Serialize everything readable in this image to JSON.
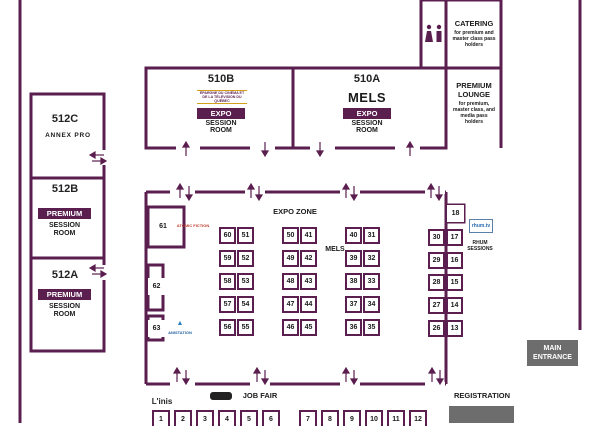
{
  "rooms": {
    "r510b": {
      "num": "510B",
      "badge": "EXPO",
      "line1": "SESSION",
      "line2": "ROOM",
      "sponsor": "ÉPARGNE DU CINÉMA ET DE LA TÉLÉVISION DU QUÉBEC"
    },
    "r510a": {
      "num": "510A",
      "logo": "MELS",
      "badge": "EXPO",
      "line1": "SESSION",
      "line2": "ROOM"
    },
    "r512c": {
      "num": "512C",
      "logo": "ANNEX PRO"
    },
    "r512b": {
      "num": "512B",
      "badge": "PREMIUM",
      "line1": "SESSION",
      "line2": "ROOM"
    },
    "r512a": {
      "num": "512A",
      "badge": "PREMIUM",
      "line1": "SESSION",
      "line2": "ROOM"
    },
    "catering": {
      "title": "CATERING",
      "desc": "for premium and master class pass holders"
    },
    "lounge": {
      "title1": "PREMIUM",
      "title2": "LOUNGE",
      "desc": "for premium, master class, and media pass holders"
    }
  },
  "zone": {
    "expo": "EXPO ZONE",
    "mels": "MELS",
    "rhum_logo": "rhum.tv",
    "rhum1": "RHUM",
    "rhum2": "SESSIONS",
    "action": "ATOMIC FICTION",
    "anitation": "ANISTATION"
  },
  "booths": [
    "61",
    "62",
    "63",
    "60",
    "51",
    "59",
    "52",
    "58",
    "53",
    "57",
    "54",
    "56",
    "55",
    "50",
    "41",
    "49",
    "42",
    "48",
    "43",
    "47",
    "44",
    "46",
    "45",
    "40",
    "31",
    "39",
    "32",
    "38",
    "33",
    "37",
    "34",
    "36",
    "35",
    "30",
    "17",
    "29",
    "16",
    "28",
    "15",
    "27",
    "14",
    "26",
    "13",
    "18"
  ],
  "job_fair": {
    "title": "JOB FAIR",
    "linis": "L'inis",
    "booths": [
      "1",
      "2",
      "3",
      "4",
      "5",
      "6",
      "7",
      "8",
      "9",
      "10",
      "11",
      "12"
    ]
  },
  "registration": "REGISTRATION",
  "main_entrance": {
    "line1": "MAIN",
    "line2": "ENTRANCE"
  },
  "colors": {
    "wall": "#5a1e4f",
    "badge": "#5a1e4f",
    "entrance": "#6d6d6d"
  }
}
